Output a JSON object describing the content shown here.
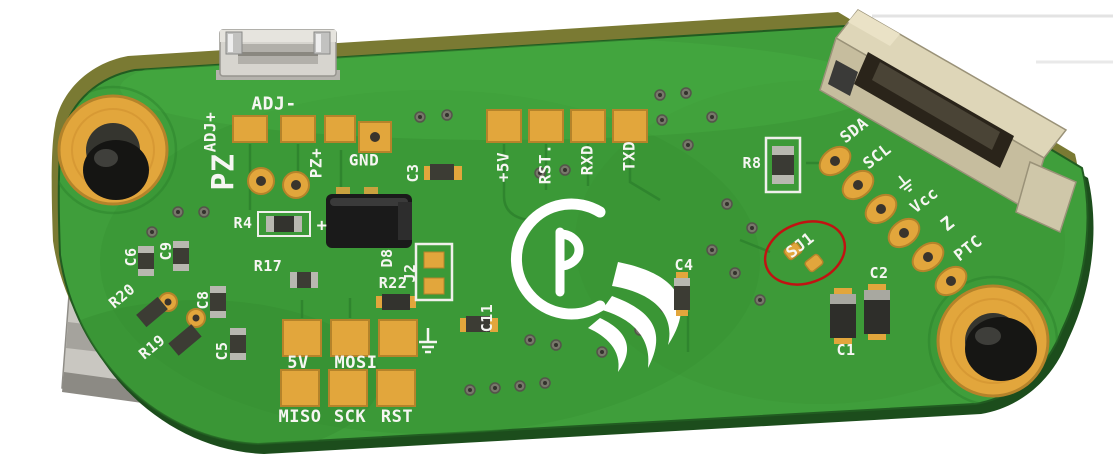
{
  "scene": {
    "title": "3D render of a green PCB with gold pads, connectors and a red annotation circle",
    "background_color": "#ffffff"
  },
  "colors": {
    "board_green": "#3f9e3b",
    "board_edge_olive": "#7a7a33",
    "board_edge_dark": "#1c4d1c",
    "pad_gold": "#e2a63c",
    "silkscreen_white": "#f6f6f2",
    "annotation_red": "#c11212",
    "connector_tan": "#c6bd9e",
    "connector_gray": "#c9c7c1"
  },
  "labels": {
    "adj_minus": "ADJ-",
    "adj_plus": "ADJ+",
    "pz": "PZ",
    "pz_plus": "PZ+",
    "gnd": "GND",
    "c3": "C3",
    "plus5v": "+5V",
    "rst": "RST.",
    "rxd": "RXD",
    "txd": "TXD",
    "r8": "R8",
    "sda": "SDA",
    "scl": "SCL",
    "vcc": "Vcc",
    "z": "Z",
    "ptc": "PTC",
    "sj1": "SJ1",
    "c4": "C4",
    "c2": "C2",
    "c1": "C1",
    "r4": "R4",
    "plus": "+",
    "c6": "C6",
    "c9": "C9",
    "c8": "C8",
    "r20": "R20",
    "r17": "R17",
    "r19": "R19",
    "c5": "C5",
    "r22": "R22",
    "j2": "J2",
    "d8": "D8",
    "c11": "C11",
    "isp_5v": "5V",
    "mosi": "MOSI",
    "miso": "MISO",
    "sck": "SCK",
    "rst_isp": "RST"
  },
  "annotation": {
    "circled_reference": "SJ1",
    "color": "#c11212"
  }
}
